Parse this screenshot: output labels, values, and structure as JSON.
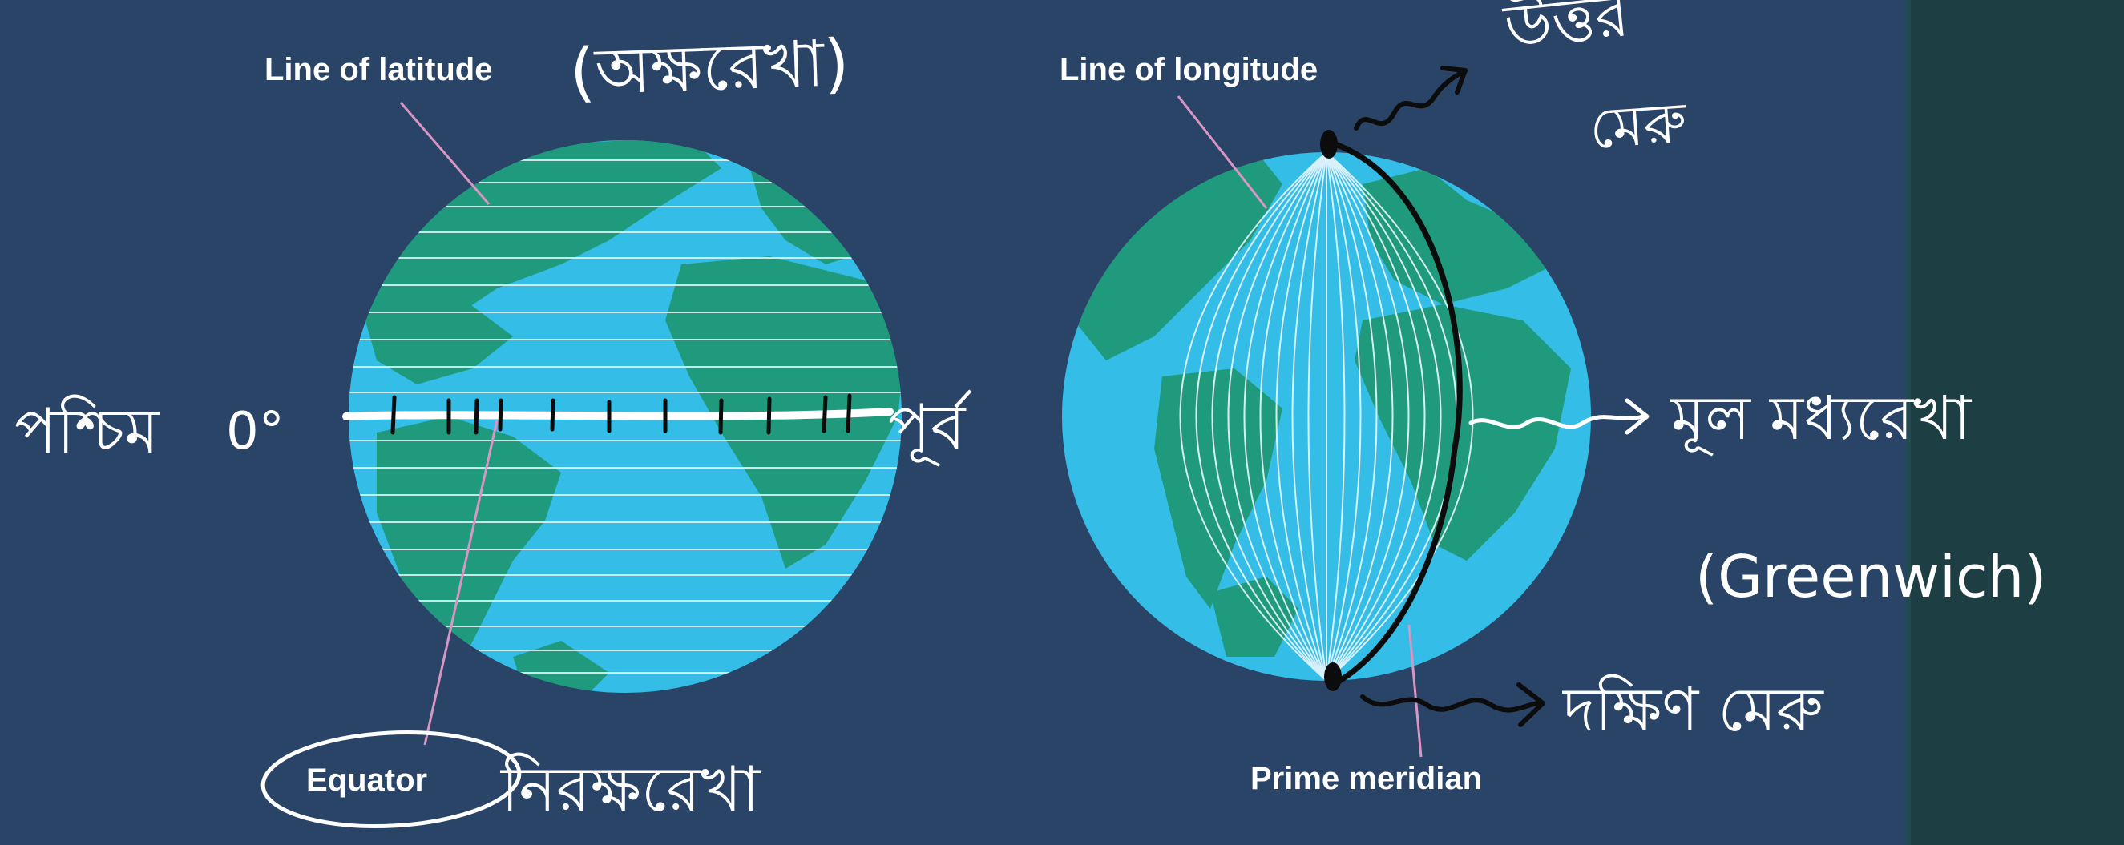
{
  "colors": {
    "background": "#2a4468",
    "side_panel": "#1d3f44",
    "ocean": "#34bde6",
    "land": "#1f9a7c",
    "grid_line": "#eaf6fb",
    "pointer": "#d995c3",
    "annotation_white": "#ffffff",
    "annotation_black": "#0c0c0c"
  },
  "left_globe": {
    "latitude_label": "Line of latitude",
    "latitude_bengali": "(অক্ষরেখা)",
    "equator_label": "Equator",
    "equator_bengali": "নিরক্ষরেখা",
    "west_label": "পশ্চিম",
    "zero_degree": "0°",
    "east_label": "পূর্ব"
  },
  "right_globe": {
    "longitude_label": "Line of longitude",
    "north_pole_line1": "উত্তর",
    "north_pole_line2": "মেরু",
    "prime_meridian_label": "Prime meridian",
    "prime_meridian_bengali": "মূল মধ্যরেখা",
    "greenwich_label": "(Greenwich)",
    "south_pole_label": "দক্ষিণ মেরু"
  }
}
